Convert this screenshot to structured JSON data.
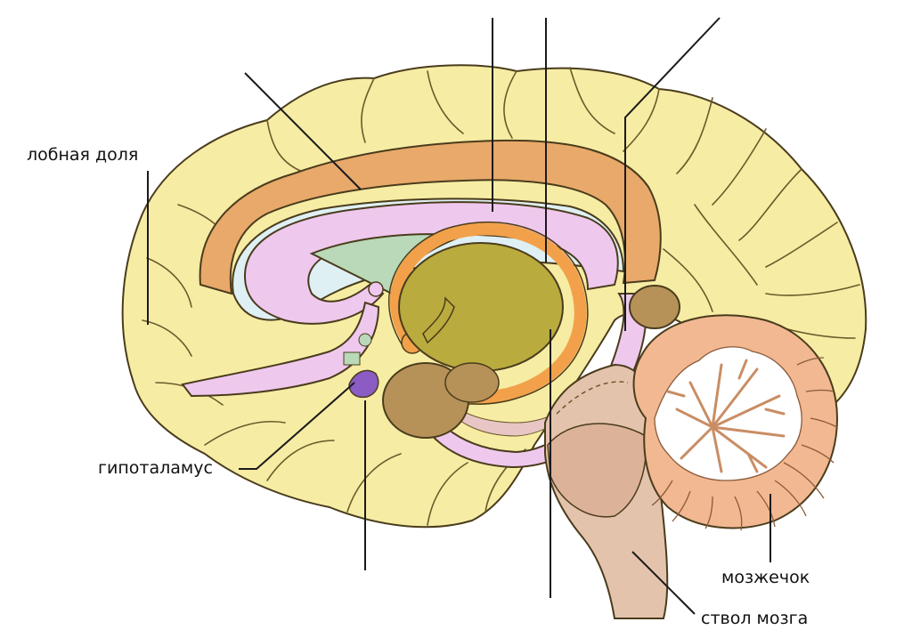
{
  "labels": {
    "frontal_lobe": "лобная доля",
    "hypothalamus": "гипоталамус",
    "cerebellum": "мозжечок",
    "brainstem": "ствол мозга"
  },
  "colors": {
    "cortex": "#f6eca4",
    "cingulate": "#e8a96a",
    "corpus_callosum": "#efc8ee",
    "fornix_band": "#f2a14a",
    "thalamus": "#b9ab3e",
    "septum": "#b9d9b8",
    "ventricle": "#dff0f4",
    "amygdala": "#b69259",
    "hypothalamus": "#8a5cc4",
    "brainstem": "#e4c3ad",
    "cerebellum": "#f1b892",
    "cerebellum_white": "#ffffff"
  }
}
